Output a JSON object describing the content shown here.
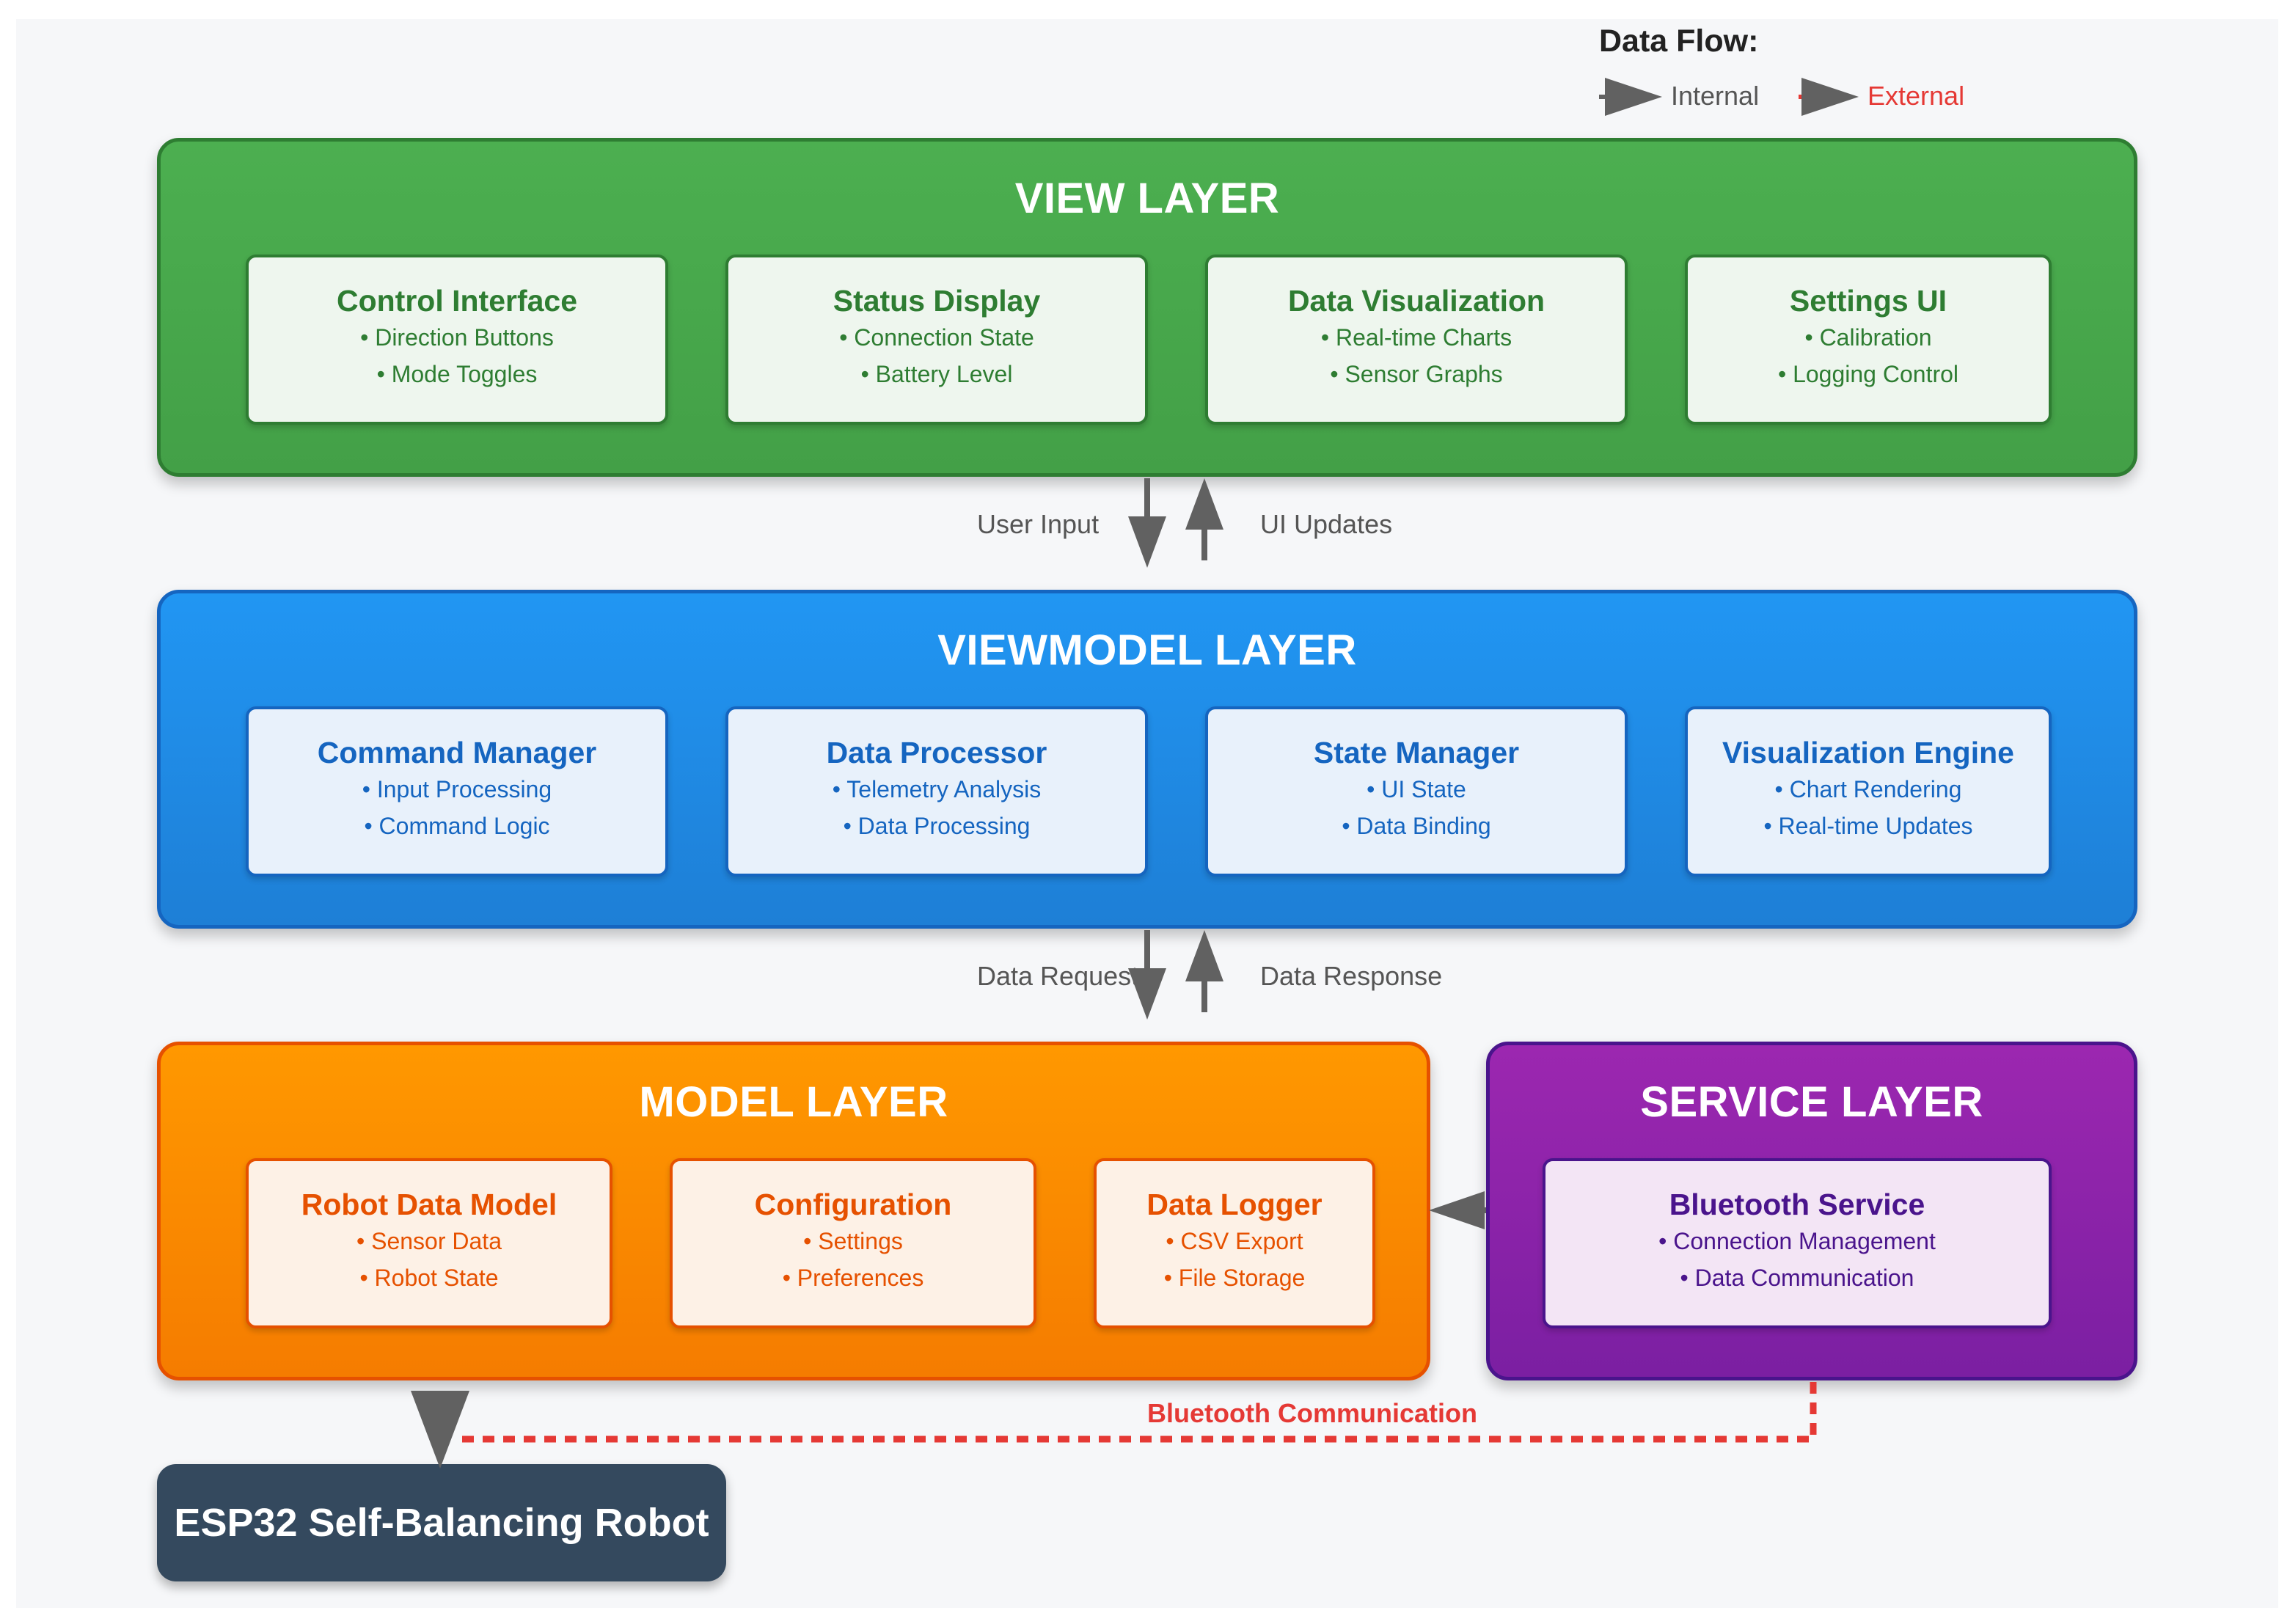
{
  "legend": {
    "title": "Data Flow:",
    "internal": "Internal",
    "external": "External"
  },
  "layers": {
    "view": {
      "title": "VIEW LAYER",
      "cards": [
        {
          "title": "Control Interface",
          "items": [
            "• Direction Buttons",
            "• Mode Toggles"
          ]
        },
        {
          "title": "Status Display",
          "items": [
            "• Connection State",
            "• Battery Level"
          ]
        },
        {
          "title": "Data Visualization",
          "items": [
            "• Real-time Charts",
            "• Sensor Graphs"
          ]
        },
        {
          "title": "Settings UI",
          "items": [
            "• Calibration",
            "• Logging Control"
          ]
        }
      ]
    },
    "viewmodel": {
      "title": "VIEWMODEL LAYER",
      "cards": [
        {
          "title": "Command Manager",
          "items": [
            "• Input Processing",
            "• Command Logic"
          ]
        },
        {
          "title": "Data Processor",
          "items": [
            "• Telemetry Analysis",
            "• Data Processing"
          ]
        },
        {
          "title": "State Manager",
          "items": [
            "• UI State",
            "• Data Binding"
          ]
        },
        {
          "title": "Visualization Engine",
          "items": [
            "• Chart Rendering",
            "• Real-time Updates"
          ]
        }
      ]
    },
    "model": {
      "title": "MODEL LAYER",
      "cards": [
        {
          "title": "Robot Data Model",
          "items": [
            "• Sensor Data",
            "• Robot State"
          ]
        },
        {
          "title": "Configuration",
          "items": [
            "• Settings",
            "• Preferences"
          ]
        },
        {
          "title": "Data Logger",
          "items": [
            "• CSV Export",
            "• File Storage"
          ]
        }
      ]
    },
    "service": {
      "title": "SERVICE LAYER",
      "cards": [
        {
          "title": "Bluetooth Service",
          "items": [
            "• Connection Management",
            "• Data Communication"
          ]
        }
      ]
    }
  },
  "flows": {
    "user_input": "User Input",
    "ui_updates": "UI Updates",
    "data_request": "Data Request",
    "data_response": "Data Response",
    "bluetooth": "Bluetooth Communication"
  },
  "robot": {
    "label": "ESP32 Self-Balancing Robot"
  },
  "colors": {
    "view": "#43a047",
    "viewmodel": "#1e88e5",
    "model": "#fb8c00",
    "service": "#8e24aa",
    "robot": "#34495e",
    "internal_arrow": "#616161",
    "external_arrow": "#e53935"
  }
}
